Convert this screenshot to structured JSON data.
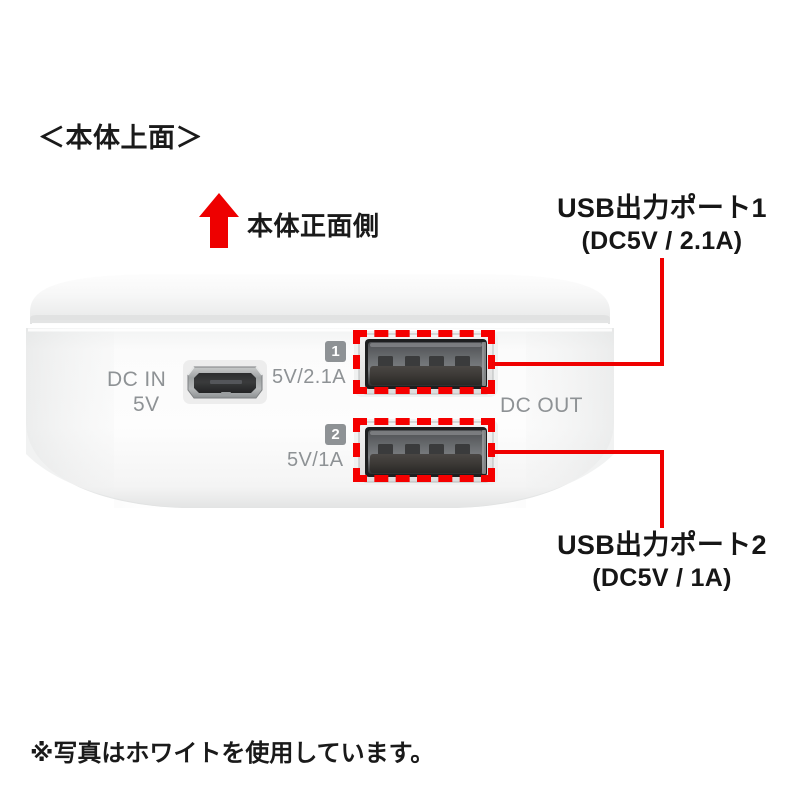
{
  "page": {
    "background": "#ffffff",
    "accent_red": "#ef0000",
    "silkscreen_gray": "#8e9295"
  },
  "headings": {
    "top_view": "＜本体上面＞",
    "front_side": "本体正面側"
  },
  "footnote": "※写真はホワイトを使用しています。",
  "arrow": {
    "icon": "arrow-up-icon",
    "direction": "up",
    "color": "#ee0000"
  },
  "callouts": [
    {
      "id": "usb-output-port-1",
      "title": "USB出力ポート1",
      "subtitle": "(DC5V / 2.1A)"
    },
    {
      "id": "usb-output-port-2",
      "title": "USB出力ポート2",
      "subtitle": "(DC5V / 1A)"
    }
  ],
  "device": {
    "silkscreen": {
      "dc_in": "DC IN",
      "dc_in_volt": "5V",
      "port1_rating": "5V/2.1A",
      "port2_rating": "5V/1A",
      "dc_out": "DC OUT",
      "badge_1": "1",
      "badge_2": "2"
    },
    "ports": {
      "micro_usb_name": "micro-usb-input-port",
      "usb_a_1_name": "usb-a-output-port-1",
      "usb_a_2_name": "usb-a-output-port-2"
    }
  }
}
